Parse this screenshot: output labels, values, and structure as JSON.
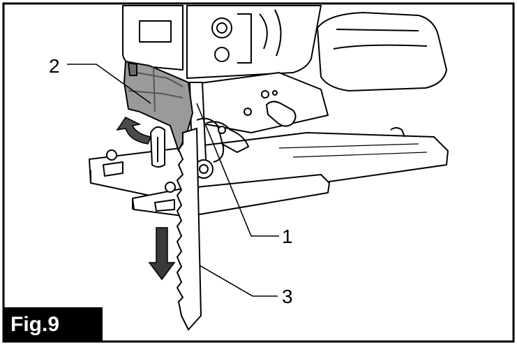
{
  "figure": {
    "label": "Fig.9",
    "callouts": [
      {
        "id": "1",
        "text": "1"
      },
      {
        "id": "2",
        "text": "2"
      },
      {
        "id": "3",
        "text": "3"
      }
    ],
    "colors": {
      "outline": "#000000",
      "lever_fill": "#9a9a9a",
      "background": "#ffffff"
    },
    "icons": [
      "curved-arrow-icon",
      "down-arrow-icon"
    ]
  }
}
